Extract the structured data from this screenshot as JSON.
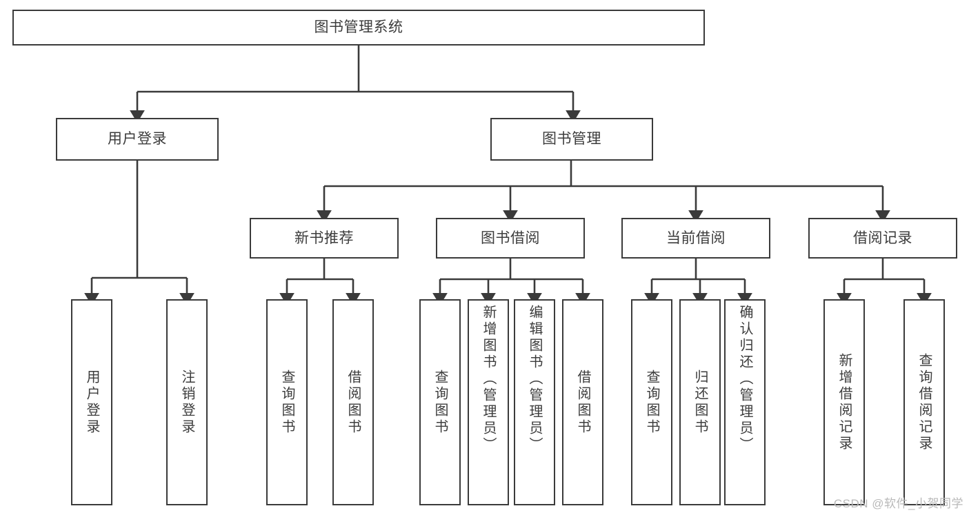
{
  "diagram": {
    "type": "tree-hierarchy-diagram",
    "title": "图书管理系统",
    "line_color": "#3a3a3a",
    "text_color": "#3c3c3c",
    "background": "#ffffff",
    "root": {
      "label": "图书管理系统"
    },
    "level2": [
      {
        "label": "用户登录"
      },
      {
        "label": "图书管理"
      }
    ],
    "level3": [
      {
        "label": "新书推荐"
      },
      {
        "label": "图书借阅"
      },
      {
        "label": "当前借阅"
      },
      {
        "label": "借阅记录"
      }
    ],
    "leaves": {
      "user_login": [
        {
          "label": "用户登录"
        },
        {
          "label": "注销登录"
        }
      ],
      "new_book_recommend": [
        {
          "label": "查询图书"
        },
        {
          "label": "借阅图书"
        }
      ],
      "book_borrow": [
        {
          "label": "查询图书"
        },
        {
          "label": "新增图书（管理员）"
        },
        {
          "label": "编辑图书（管理员）"
        },
        {
          "label": "借阅图书"
        }
      ],
      "current_borrow": [
        {
          "label": "查询图书"
        },
        {
          "label": "归还图书"
        },
        {
          "label": "确认归还（管理员）"
        }
      ],
      "borrow_record": [
        {
          "label": "新增借阅记录"
        },
        {
          "label": "查询借阅记录"
        }
      ]
    }
  },
  "watermark": {
    "text": "CSDN @软件_小贺同学"
  }
}
